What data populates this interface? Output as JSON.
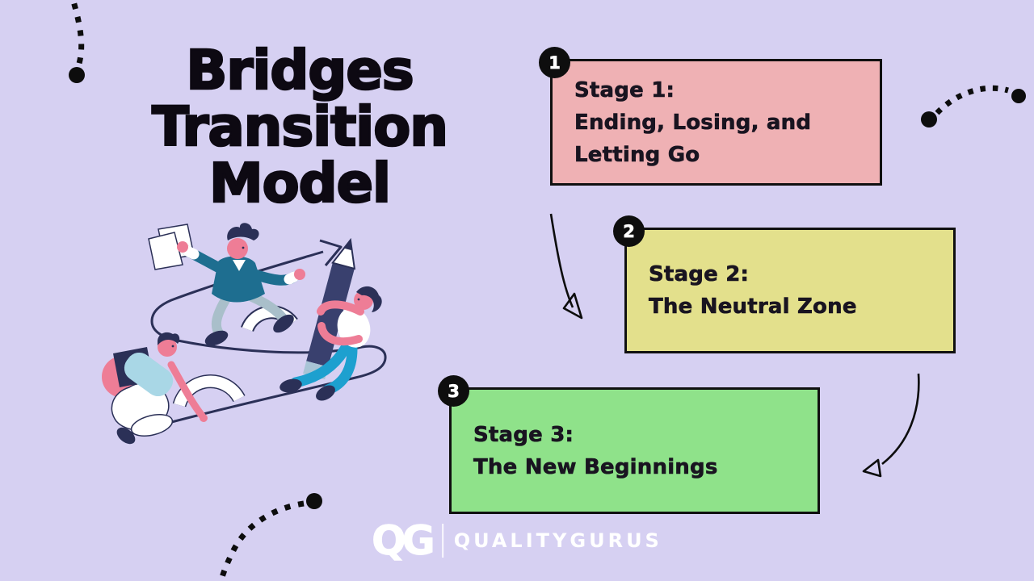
{
  "page": {
    "background_color": "#d6d0f2",
    "outline_color": "#101010"
  },
  "title": {
    "lines": [
      "Bridges",
      "Transition",
      "Model"
    ]
  },
  "stages": [
    {
      "number": "1",
      "color": "#efb1b4",
      "lines": [
        "Stage 1:",
        "Ending, Losing, and",
        "Letting Go"
      ]
    },
    {
      "number": "2",
      "color": "#e3e08c",
      "lines": [
        "Stage 2:",
        "The Neutral Zone"
      ]
    },
    {
      "number": "3",
      "color": "#8fe28a",
      "lines": [
        "Stage 3:",
        "The New Beginnings"
      ]
    }
  ],
  "footer": {
    "logo_monogram": "QG",
    "brand_name": "QUALITYGURUS",
    "logo_color": "#ffffff"
  },
  "illustration": {
    "alt": "Three people climbing a zig-zag arrow path; one carries a giant pencil"
  },
  "decorations": {
    "dotted_arcs": [
      "top-left",
      "right",
      "bottom-left"
    ],
    "flow_arrows": [
      "stage1-to-stage2",
      "stage2-to-stage3"
    ]
  }
}
